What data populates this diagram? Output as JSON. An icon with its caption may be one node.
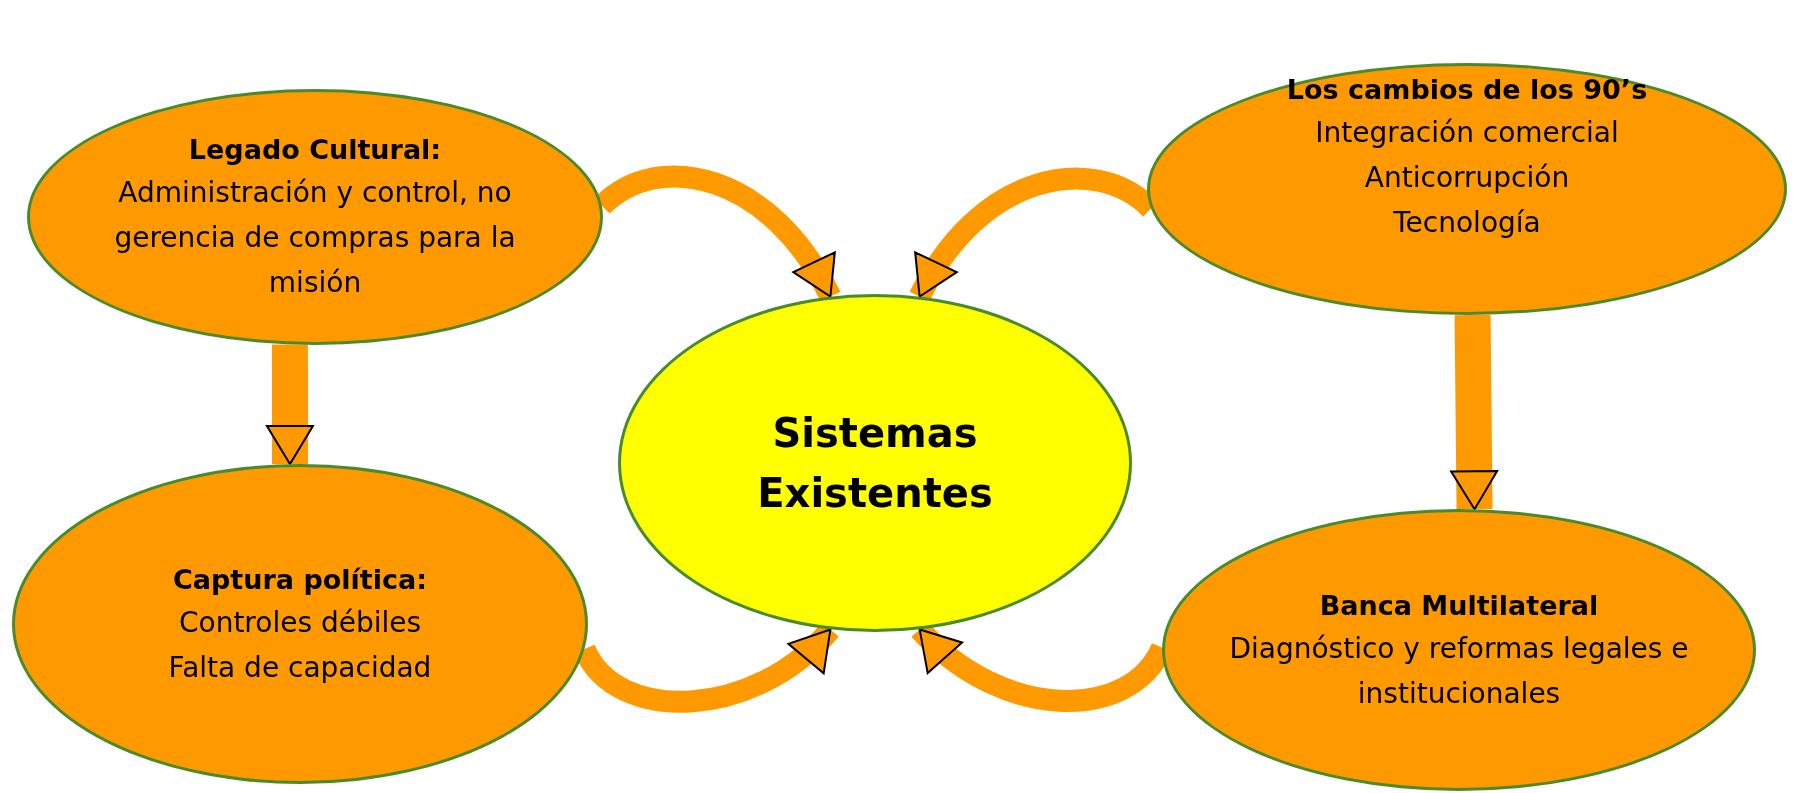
{
  "diagram": {
    "nodes": [
      {
        "text": [
          "Legado Cultural:",
          "Administración y control, no gerencia de compras para la misión"
        ]
      },
      {
        "text": [
          "Los cambios de los 90’s",
          "Integración comercial",
          "Anticorrupción",
          "Tecnología"
        ]
      },
      {
        "text": [
          "Sistemas Existentes"
        ]
      },
      {
        "text": [
          "Captura política:",
          "Controles débiles",
          "Falta de capacidad"
        ]
      },
      {
        "text": [
          "Banca Multilateral",
          "Diagnóstico y reformas legales e institucionales"
        ]
      }
    ],
    "edges": [
      {
        "from": 0,
        "to": 2,
        "arrow": "to"
      },
      {
        "from": 1,
        "to": 2,
        "arrow": "to"
      },
      {
        "from": 0,
        "to": 3,
        "arrow": "to"
      },
      {
        "from": 1,
        "to": 4,
        "arrow": "to"
      },
      {
        "from": 3,
        "to": 2,
        "arrow": "to"
      },
      {
        "from": 4,
        "to": 2,
        "arrow": "to"
      }
    ]
  }
}
